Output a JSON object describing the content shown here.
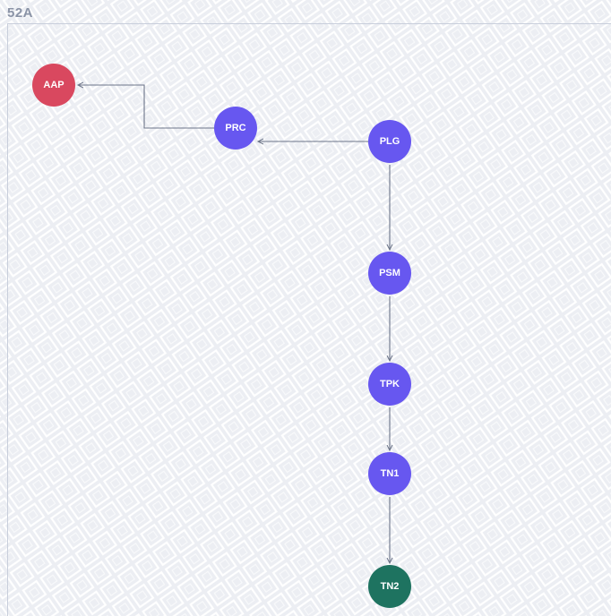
{
  "frame": {
    "title": "52A"
  },
  "colors": {
    "default": "#6757f0",
    "start": "#d9485f",
    "end": "#1e7360",
    "edge": "#6b7488",
    "background": "#eceef3"
  },
  "nodes": [
    {
      "id": "AAP",
      "label": "AAP",
      "role": "start"
    },
    {
      "id": "PRC",
      "label": "PRC",
      "role": "default"
    },
    {
      "id": "PLG",
      "label": "PLG",
      "role": "default"
    },
    {
      "id": "PSM",
      "label": "PSM",
      "role": "default"
    },
    {
      "id": "TPK",
      "label": "TPK",
      "role": "default"
    },
    {
      "id": "TN1",
      "label": "TN1",
      "role": "default"
    },
    {
      "id": "TN2",
      "label": "TN2",
      "role": "end"
    }
  ],
  "edges": [
    {
      "from": "PRC",
      "to": "AAP"
    },
    {
      "from": "PLG",
      "to": "PRC"
    },
    {
      "from": "PLG",
      "to": "PSM"
    },
    {
      "from": "PSM",
      "to": "TPK"
    },
    {
      "from": "TPK",
      "to": "TN1"
    },
    {
      "from": "TN1",
      "to": "TN2"
    }
  ]
}
